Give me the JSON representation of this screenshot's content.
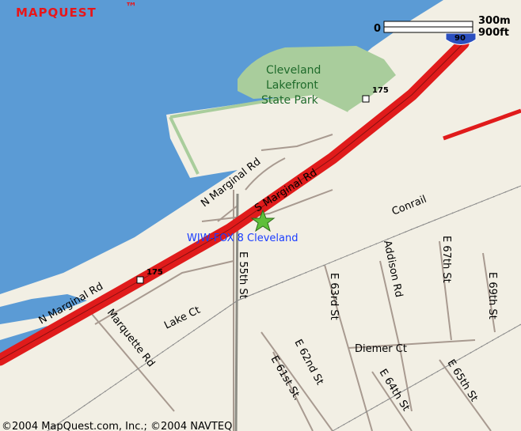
{
  "brand": {
    "logo": "MAPQUEST",
    "tm": "™"
  },
  "scale": {
    "zero": "0",
    "metric": "300m",
    "imperial": "900ft"
  },
  "park": {
    "line1": "Cleveland",
    "line2": "Lakefront",
    "line3": "State Park"
  },
  "shields": {
    "interstate": "90",
    "route_top": "175",
    "route_left": "175"
  },
  "roads": {
    "n_marginal_upper": "N Marginal Rd",
    "s_marginal": "S Marginal Rd",
    "n_marginal_lower": "N Marginal Rd",
    "conrail": "Conrail",
    "lake_ct": "Lake Ct",
    "marquette": "Marquette Rd",
    "e55": "E 55th St",
    "e63": "E 63rd St",
    "addison": "Addison Rd",
    "e67": "E 67th St",
    "e69": "E 69th St",
    "diemer": "Diemer Ct",
    "e62": "E 62nd St",
    "e61": "E 61st St.",
    "e64": "E 64th St",
    "e65": "E 65th St"
  },
  "poi": {
    "name": "WJW-FOX 8 Cleveland",
    "icon": "star-icon"
  },
  "copyright": "©2004 MapQuest.com, Inc.; ©2004 NAVTEQ",
  "colors": {
    "water": "#5b9bd5",
    "land": "#f2efe4",
    "park": "#a9cd9c",
    "highway": "#e01b1b",
    "road": "#a89a90",
    "rail": "#8a8a8a",
    "poi": "#1a3cff"
  }
}
